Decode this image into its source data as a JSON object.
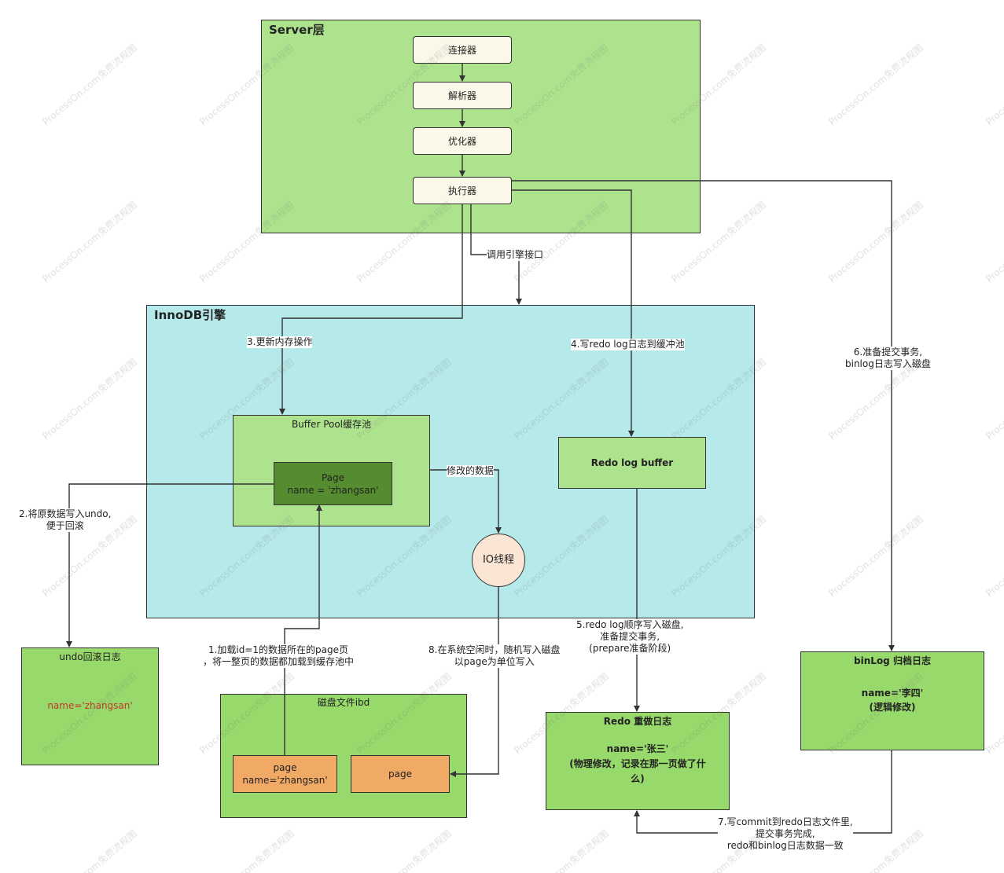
{
  "server_layer": {
    "title": "Server层",
    "connector": "连接器",
    "parser": "解析器",
    "optimizer": "优化器",
    "executor": "执行器"
  },
  "innodb": {
    "title": "InnoDB引擎",
    "buffer_pool": {
      "title": "Buffer Pool缓存池",
      "page_line1": "Page",
      "page_line2": "name = 'zhangsan'"
    },
    "redo_log_buffer": "Redo log buffer",
    "io_thread": "IO线程"
  },
  "undo_log": {
    "title": "undo回滚日志",
    "value": "name='zhangsan'"
  },
  "disk_file": {
    "title": "磁盘文件ibd",
    "page1_line1": "page",
    "page1_line2": "name='zhangsan'",
    "page2": "page"
  },
  "redo_log": {
    "title": "Redo 重做日志",
    "line1": "name='张三'",
    "line2": "(物理修改，记录在那一页做了什",
    "line3": "么)"
  },
  "binlog": {
    "title": "binLog 归档日志",
    "line1": "name='李四'",
    "line2": "(逻辑修改)"
  },
  "edge_labels": {
    "call_engine": "调用引擎接口",
    "step3": "3.更新内存操作",
    "step4": "4.写redo log日志到缓冲池",
    "step6_line1": "6.准备提交事务,",
    "step6_line2": "binlog日志写入磁盘",
    "modified_data": "修改的数据",
    "step2_line1": "2.将原数据写入undo,",
    "step2_line2": "便于回滚",
    "step5_line1": "5.redo log顺序写入磁盘,",
    "step5_line2": "准备提交事务,",
    "step5_line3": "(prepare准备阶段)",
    "step1_line1": "1.加载id=1的数据所在的page页",
    "step1_line2": "，将一整页的数据都加载到缓存池中",
    "step8_line1": "8.在系统空闲时，随机写入磁盘",
    "step8_line2": "以page为单位写入",
    "step7_line1": "7.写commit到redo日志文件里,",
    "step7_line2": "提交事务完成,",
    "step7_line3": "redo和binlog日志数据一致"
  },
  "watermark": "ProcessOn.com免费流程图",
  "colors": {
    "server_bg": "#aee38e",
    "innodb_bg": "#b6eaea",
    "node_bg": "#fbf8e9",
    "pool_bg": "#aee38e",
    "page_bg": "#558c2f",
    "log_bg": "#97d96a",
    "disk_page_bg": "#f1a966",
    "io_bg": "#fbe6d6",
    "undo_text": "#c0392b"
  }
}
